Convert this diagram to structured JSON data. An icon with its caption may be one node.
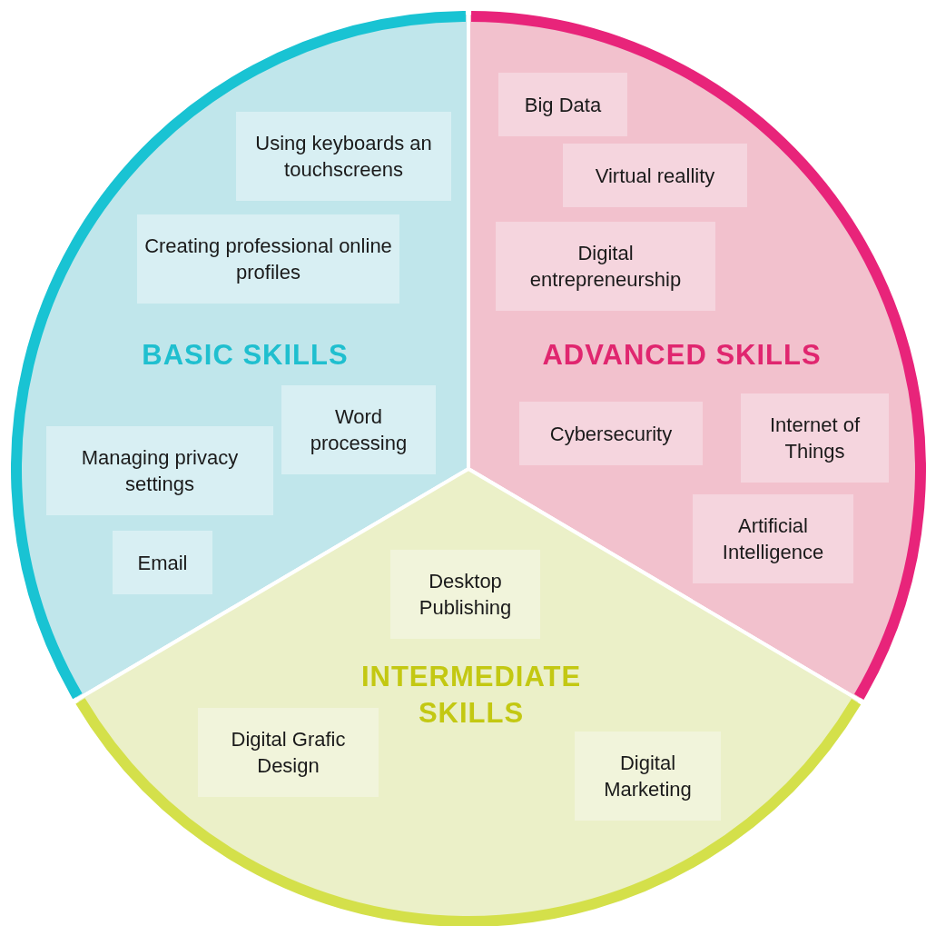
{
  "diagram": {
    "nodes": [
      {
        "text": [
          "BASIC SKILLS"
        ]
      },
      {
        "text": [
          "Using keyboards an touchscreens"
        ],
        "in": 0
      },
      {
        "text": [
          "Creating professional online profiles"
        ],
        "in": 0
      },
      {
        "text": [
          "Word processing"
        ],
        "in": 0
      },
      {
        "text": [
          "Managing privacy settings"
        ],
        "in": 0
      },
      {
        "text": [
          "Email"
        ],
        "in": 0
      },
      {
        "text": [
          "ADVANCED SKILLS"
        ]
      },
      {
        "text": [
          "Big Data"
        ],
        "in": 6
      },
      {
        "text": [
          "Virtual reallity"
        ],
        "in": 6
      },
      {
        "text": [
          "Digital entrepreneurship"
        ],
        "in": 6
      },
      {
        "text": [
          "Cybersecurity"
        ],
        "in": 6
      },
      {
        "text": [
          "Internet of Things"
        ],
        "in": 6
      },
      {
        "text": [
          "Artificial Intelligence"
        ],
        "in": 6
      },
      {
        "text": [
          "INTERMEDIATE SKILLS"
        ]
      },
      {
        "text": [
          "Desktop Publishing"
        ],
        "in": 13
      },
      {
        "text": [
          "Digital Grafic Design"
        ],
        "in": 13
      },
      {
        "text": [
          "Digital Marketing"
        ],
        "in": 13
      }
    ]
  }
}
